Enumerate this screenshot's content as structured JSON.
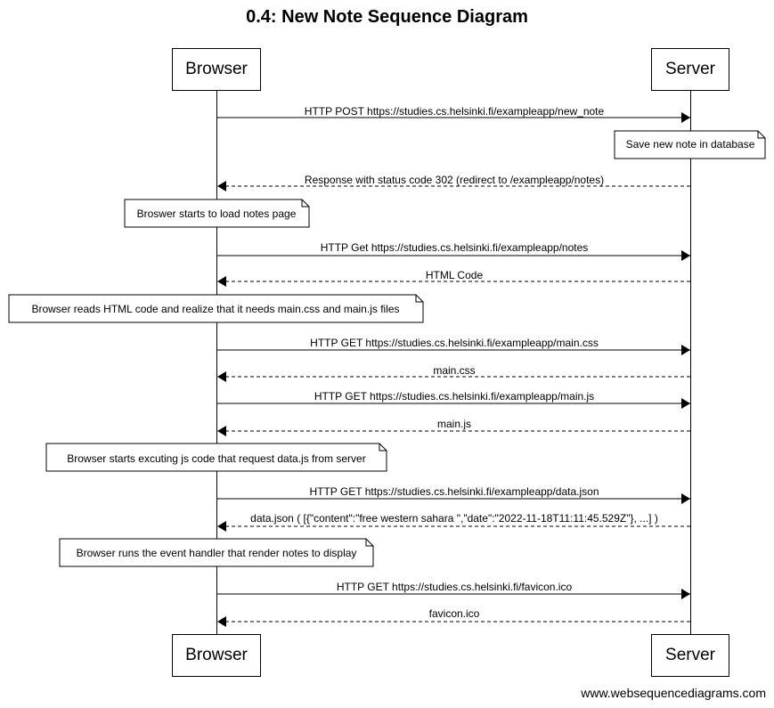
{
  "title": "0.4: New Note Sequence Diagram",
  "participants": {
    "browser": "Browser",
    "server": "Server"
  },
  "messages": [
    {
      "from": "browser",
      "to": "server",
      "style": "solid",
      "label": "HTTP POST https://studies.cs.helsinki.fi/exampleapp/new_note"
    },
    {
      "from": "server",
      "to": "browser",
      "style": "dashed",
      "label": "Response with status code 302 (redirect to /exampleapp/notes)"
    },
    {
      "from": "browser",
      "to": "server",
      "style": "solid",
      "label": "HTTP Get https://studies.cs.helsinki.fi/exampleapp/notes"
    },
    {
      "from": "server",
      "to": "browser",
      "style": "dashed",
      "label": "HTML Code"
    },
    {
      "from": "browser",
      "to": "server",
      "style": "solid",
      "label": "HTTP GET https://studies.cs.helsinki.fi/exampleapp/main.css"
    },
    {
      "from": "server",
      "to": "browser",
      "style": "dashed",
      "label": "main.css"
    },
    {
      "from": "browser",
      "to": "server",
      "style": "solid",
      "label": "HTTP GET https://studies.cs.helsinki.fi/exampleapp/main.js"
    },
    {
      "from": "server",
      "to": "browser",
      "style": "dashed",
      "label": "main.js"
    },
    {
      "from": "browser",
      "to": "server",
      "style": "solid",
      "label": "HTTP GET https://studies.cs.helsinki.fi/exampleapp/data.json"
    },
    {
      "from": "server",
      "to": "browser",
      "style": "dashed",
      "label": "data.json ( [{\"content\":\"free western sahara \",\"date\":\"2022-11-18T11:11:45.529Z\"}, ...] )"
    },
    {
      "from": "browser",
      "to": "server",
      "style": "solid",
      "label": "HTTP GET https://studies.cs.helsinki.fi/favicon.ico"
    },
    {
      "from": "server",
      "to": "browser",
      "style": "dashed",
      "label": "favicon.ico"
    }
  ],
  "notes": [
    {
      "over": "server",
      "text": "Save new note in database"
    },
    {
      "over": "browser",
      "text": "Broswer starts to load notes page"
    },
    {
      "over": "browser",
      "text": "Browser reads HTML code and realize that it needs main.css and main.js files"
    },
    {
      "over": "browser",
      "text": "Browser starts excuting js code that request data.js from server"
    },
    {
      "over": "browser",
      "text": "Browser runs the event handler that render notes to display"
    }
  ],
  "footer": "www.websequencediagrams.com"
}
